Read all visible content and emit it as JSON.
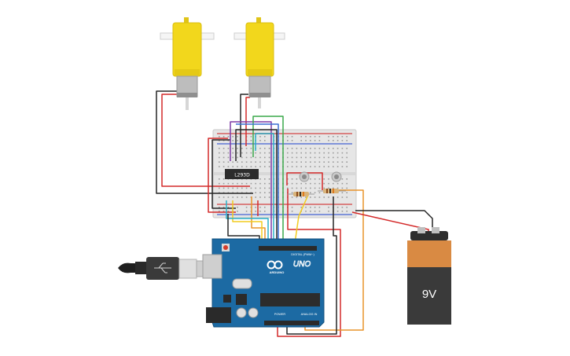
{
  "motor_driver": {
    "label": "L293D"
  },
  "arduino": {
    "brand": "ARDUINO",
    "model": "UNO",
    "digital_label": "DIGITAL (PWM~)",
    "power_label": "POWER",
    "analog_label": "ANALOG IN"
  },
  "battery": {
    "voltage": "9V"
  },
  "colors": {
    "motor_yellow": "#f2d71c",
    "breadboard": "#e9e9e9",
    "arduino_blue": "#1c6aa3",
    "battery_orange": "#d98a43",
    "battery_body": "#3a3a3a",
    "wire_red": "#d42a2a",
    "wire_black": "#262626",
    "wire_green": "#3aa84a",
    "wire_purple": "#7d3aa6",
    "wire_blue": "#3a6fd4",
    "wire_cyan": "#2ab0c8",
    "wire_orange": "#e8942a",
    "wire_yellow": "#f2cc1f"
  }
}
